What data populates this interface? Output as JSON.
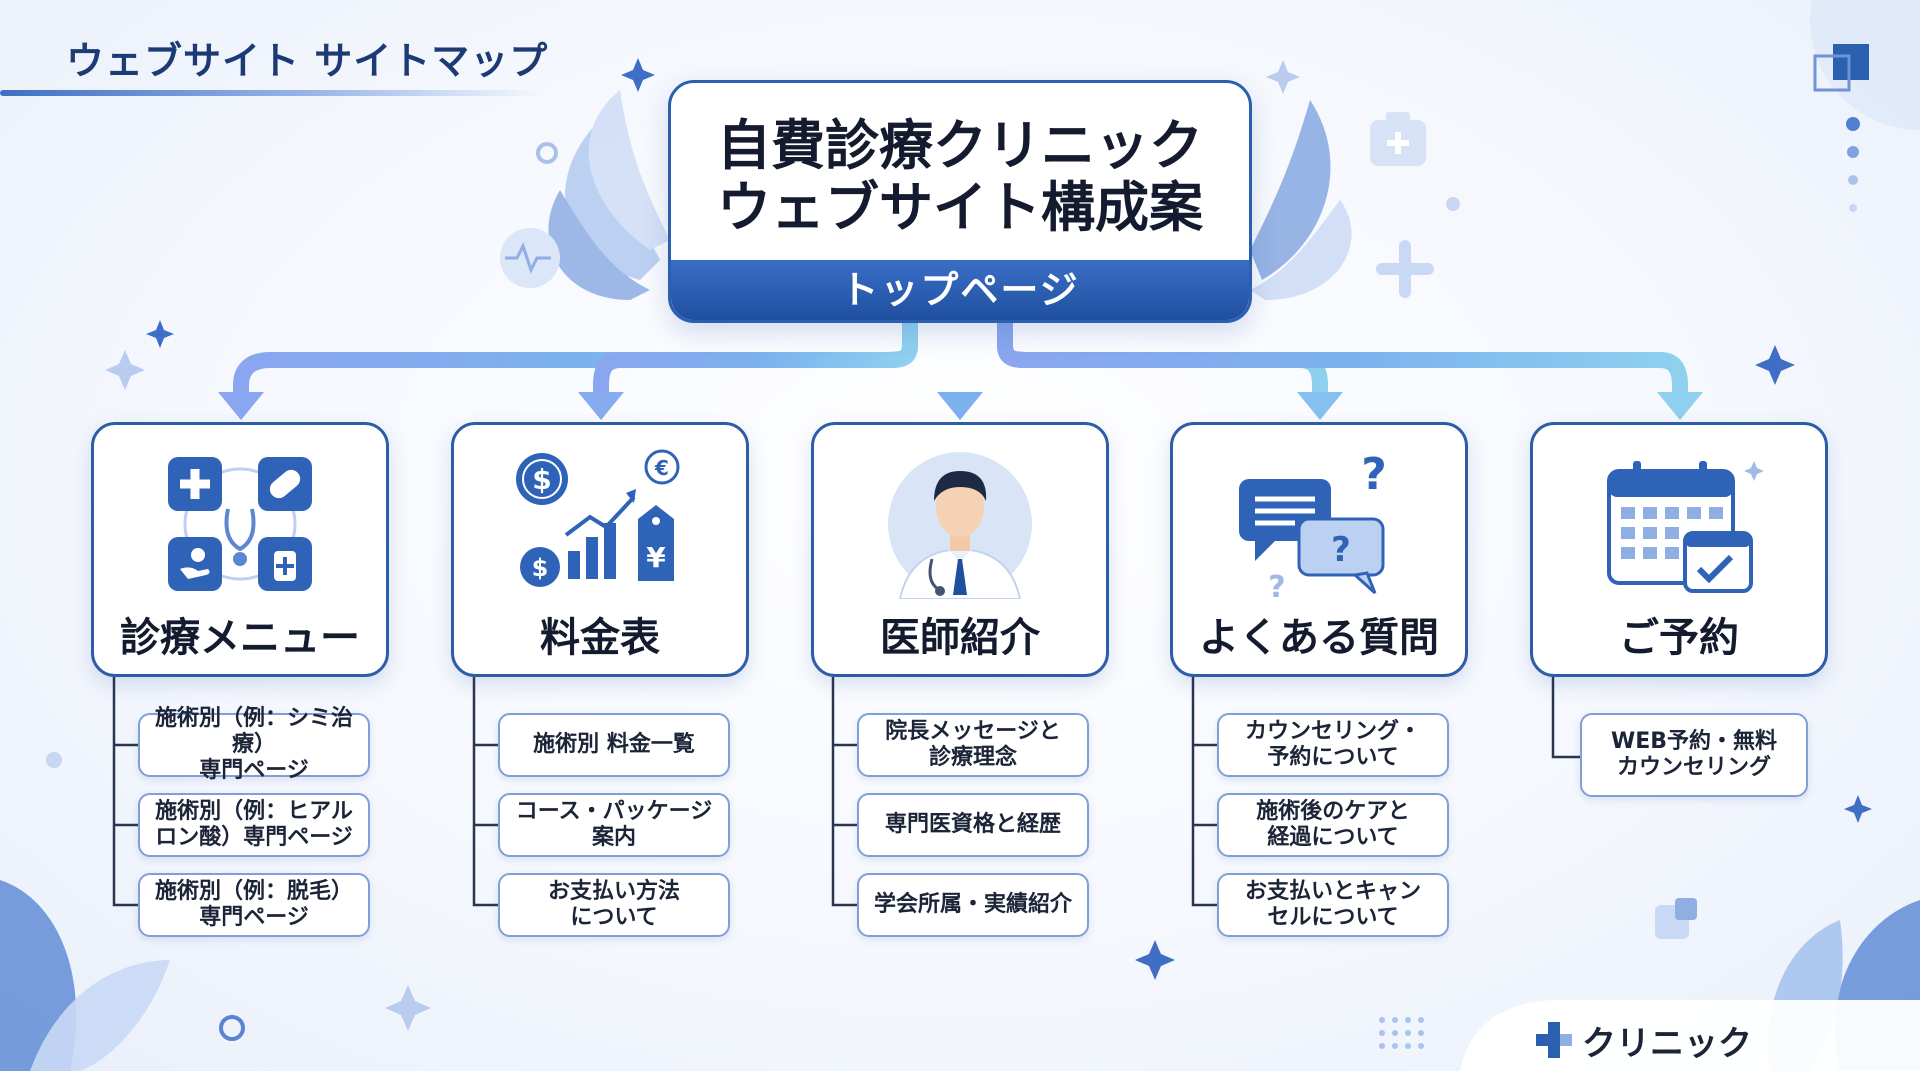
{
  "header": {
    "title": "ウェブサイト サイトマップ"
  },
  "top": {
    "title_line1": "自費診療クリニック",
    "title_line2": "ウェブサイト構成案",
    "label": "トップページ"
  },
  "categories": [
    {
      "label": "診療メニュー",
      "icon": "medical-services-icon",
      "items": [
        "施術別（例：シミ治療）\n専門ページ",
        "施術別（例：ヒアル\nロン酸）専門ページ",
        "施術別（例：脱毛）\n専門ページ"
      ]
    },
    {
      "label": "料金表",
      "icon": "price-chart-icon",
      "items": [
        "施術別 料金一覧",
        "コース・パッケージ案内",
        "お支払い方法\nについて"
      ]
    },
    {
      "label": "医師紹介",
      "icon": "doctor-icon",
      "items": [
        "院長メッセージと\n診療理念",
        "専門医資格と経歴",
        "学会所属・実績紹介"
      ]
    },
    {
      "label": "よくある質問",
      "icon": "faq-chat-icon",
      "items": [
        "カウンセリング・\n予約について",
        "施術後のケアと\n経過について",
        "お支払いとキャン\nセルについて"
      ]
    },
    {
      "label": "ご予約",
      "icon": "calendar-check-icon",
      "items": [
        "WEB予約・無料\nカウンセリング"
      ]
    }
  ],
  "brand": {
    "name": "クリニック",
    "icon": "clinic-cross-icon"
  },
  "colors": {
    "primary": "#2b5fb0",
    "accent": "#7fb0ea",
    "text": "#141b2e"
  }
}
